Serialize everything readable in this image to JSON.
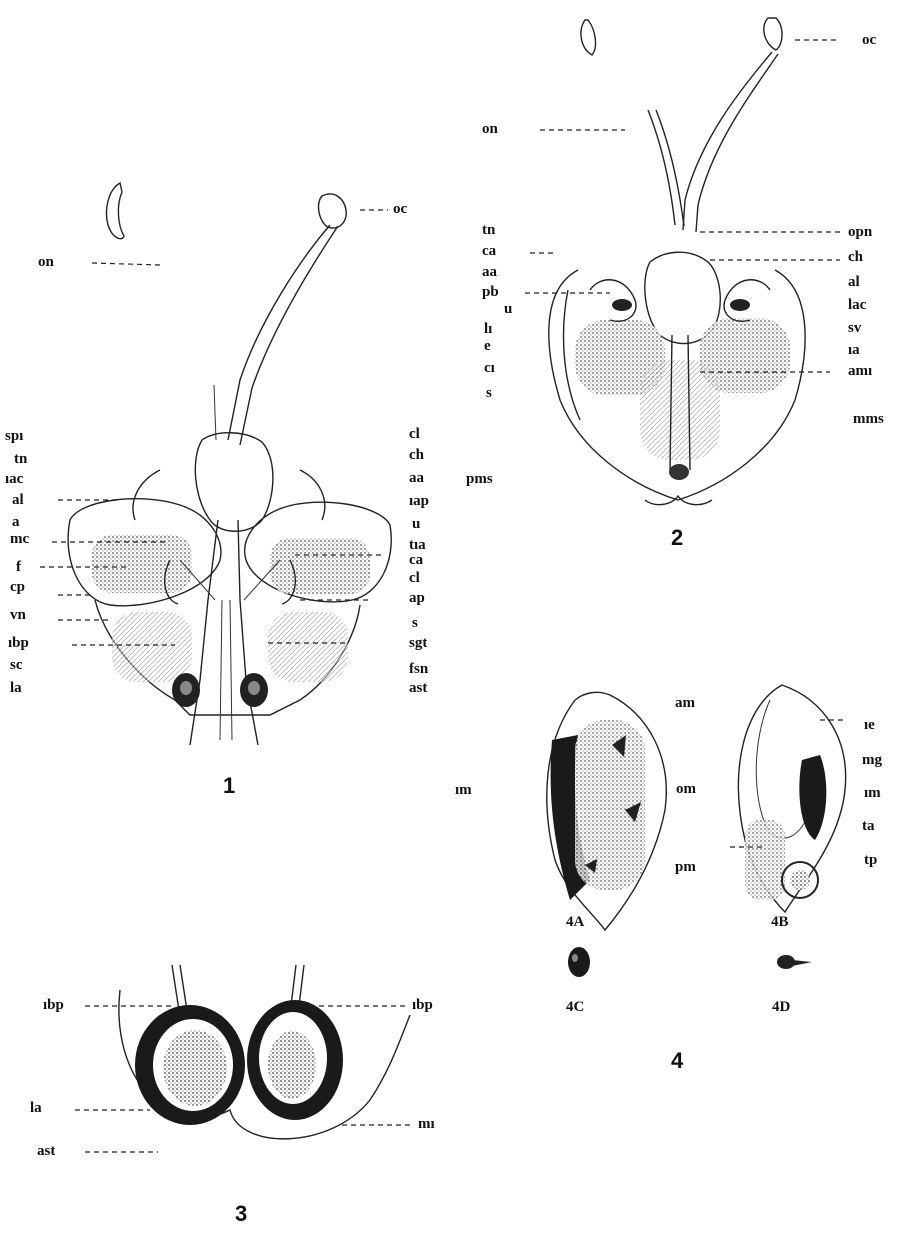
{
  "figure1": {
    "number": "1",
    "labels": {
      "oc": "oc",
      "on": "on",
      "spi": "spı",
      "tn": "tn",
      "iac": "ıac",
      "al": "al",
      "a": "a",
      "mc": "mc",
      "f": "f",
      "cp": "cp",
      "vn": "vn",
      "ibp": "ıbp",
      "sc": "sc",
      "la": "la",
      "cl_top": "cl",
      "ch": "ch",
      "aa": "aa",
      "iap": "ıap",
      "u": "u",
      "tia": "tıa",
      "ca": "ca",
      "cl_low": "cl",
      "ap": "ap",
      "s": "s",
      "sgt": "sgt",
      "fsn": "fsn",
      "ast": "ast",
      "pms": "pms"
    }
  },
  "figure2": {
    "number": "2",
    "labels": {
      "oc": "oc",
      "on": "on",
      "opn": "opn",
      "ch": "ch",
      "al": "al",
      "lac": "lac",
      "sv": "sv",
      "ia": "ıa",
      "ami": "amı",
      "mms": "mms",
      "tn": "tn",
      "ca": "ca",
      "aa": "aa",
      "pb": "pb",
      "u": "u",
      "li": "lı",
      "e": "e",
      "ci": "cı",
      "s": "s"
    }
  },
  "figure3": {
    "number": "3",
    "labels": {
      "ibp_left": "ıbp",
      "ibp_right": "ıbp",
      "la": "la",
      "ast": "ast",
      "mi": "mı"
    }
  },
  "figure4": {
    "number": "4",
    "labels": {
      "am": "am",
      "om": "om",
      "pm": "pm",
      "im_left": "ım",
      "ie": "ıe",
      "mg": "mg",
      "im_right": "ım",
      "ta": "ta",
      "tp": "tp",
      "a4A": "4A",
      "a4B": "4B",
      "a4C": "4C",
      "a4D": "4D"
    }
  }
}
